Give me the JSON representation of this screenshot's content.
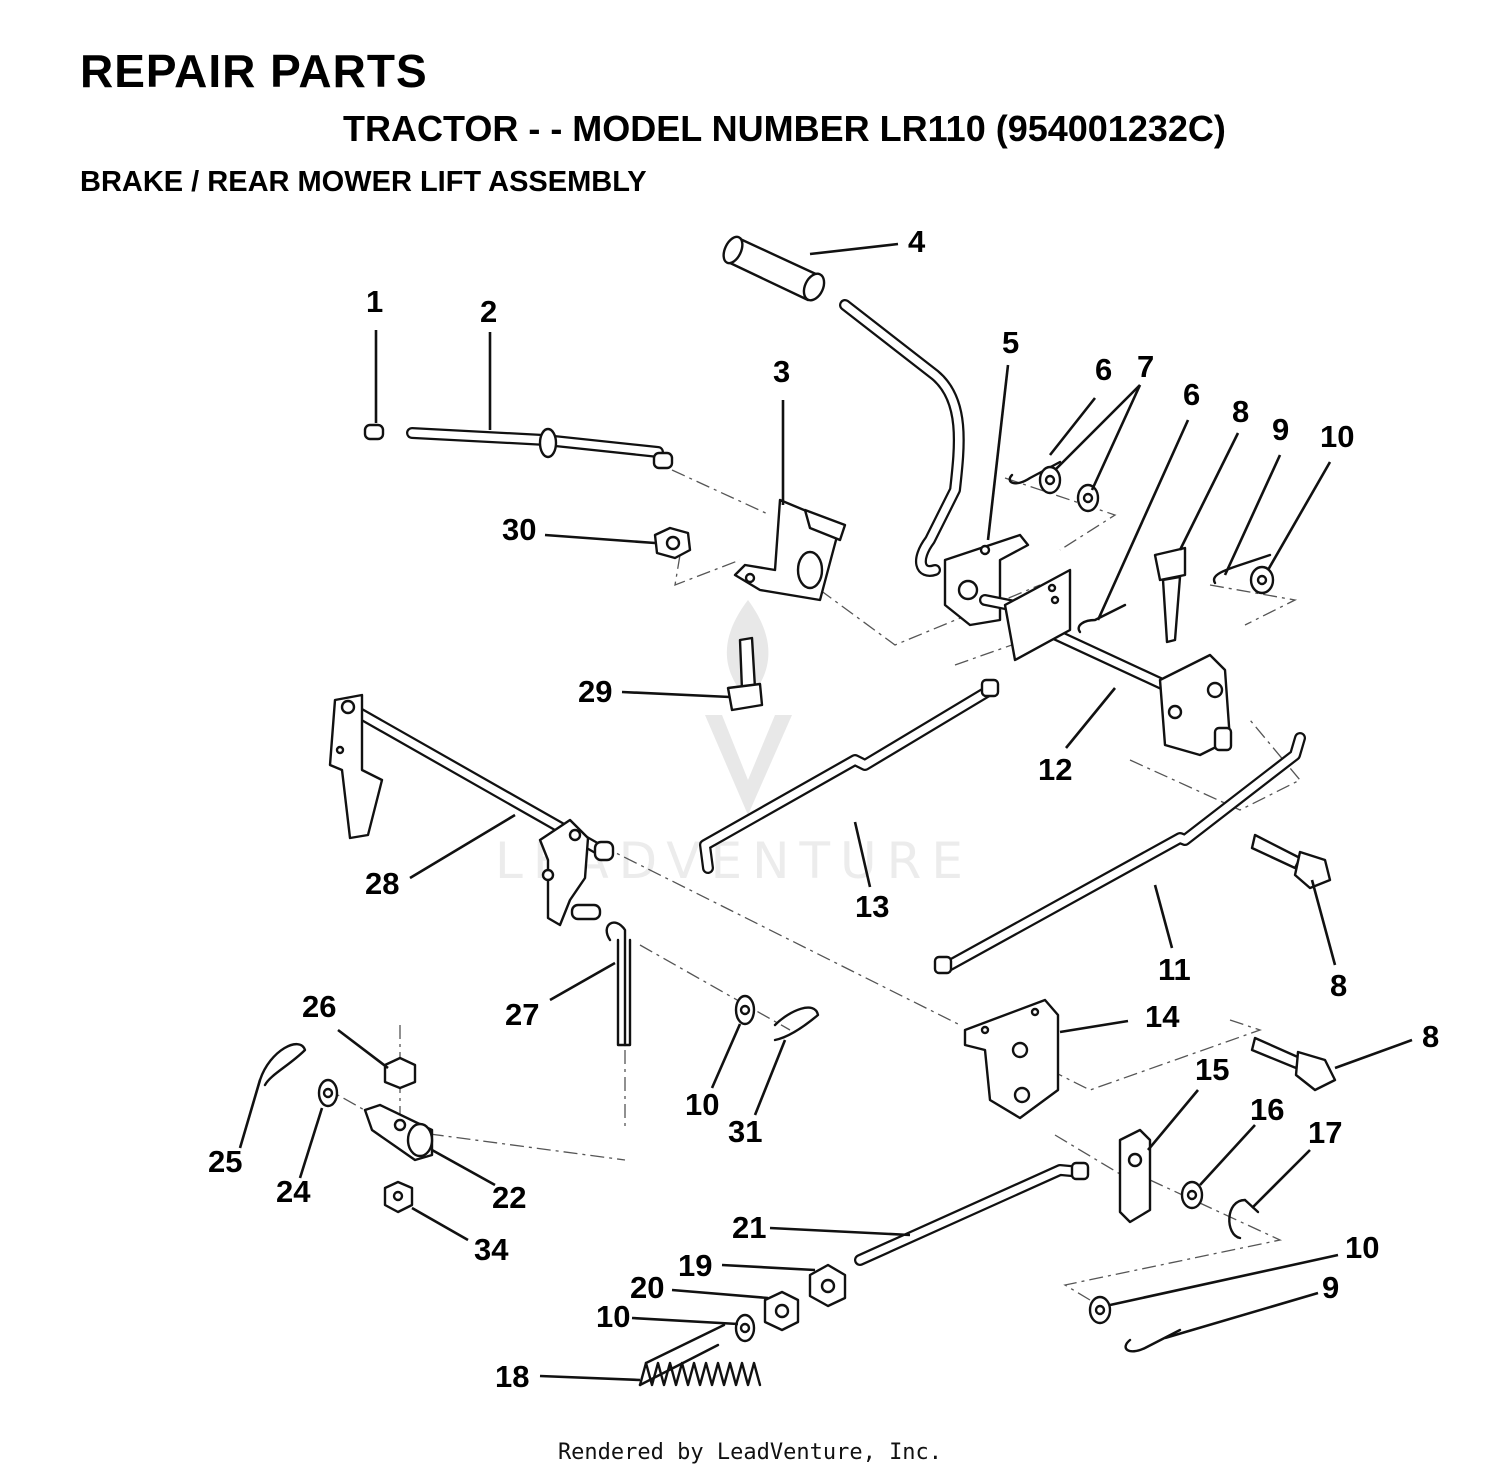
{
  "header": {
    "title": "REPAIR PARTS",
    "subtitle": "TRACTOR - - MODEL NUMBER LR110 (954001232C)",
    "section": "BRAKE / REAR MOWER LIFT ASSEMBLY"
  },
  "footer": {
    "text": "Rendered by LeadVenture, Inc."
  },
  "watermark": {
    "text": "LEADVENTURE"
  },
  "callouts": [
    "1",
    "2",
    "3",
    "4",
    "5",
    "6",
    "7",
    "6",
    "8",
    "9",
    "10",
    "30",
    "29",
    "12",
    "28",
    "13",
    "11",
    "8",
    "27",
    "26",
    "14",
    "8",
    "10",
    "31",
    "15",
    "16",
    "17",
    "25",
    "24",
    "22",
    "34",
    "21",
    "10",
    "19",
    "20",
    "9",
    "10",
    "18"
  ],
  "colors": {
    "ink": "#111111",
    "background": "#ffffff",
    "watermark": "#e8e8e8"
  }
}
